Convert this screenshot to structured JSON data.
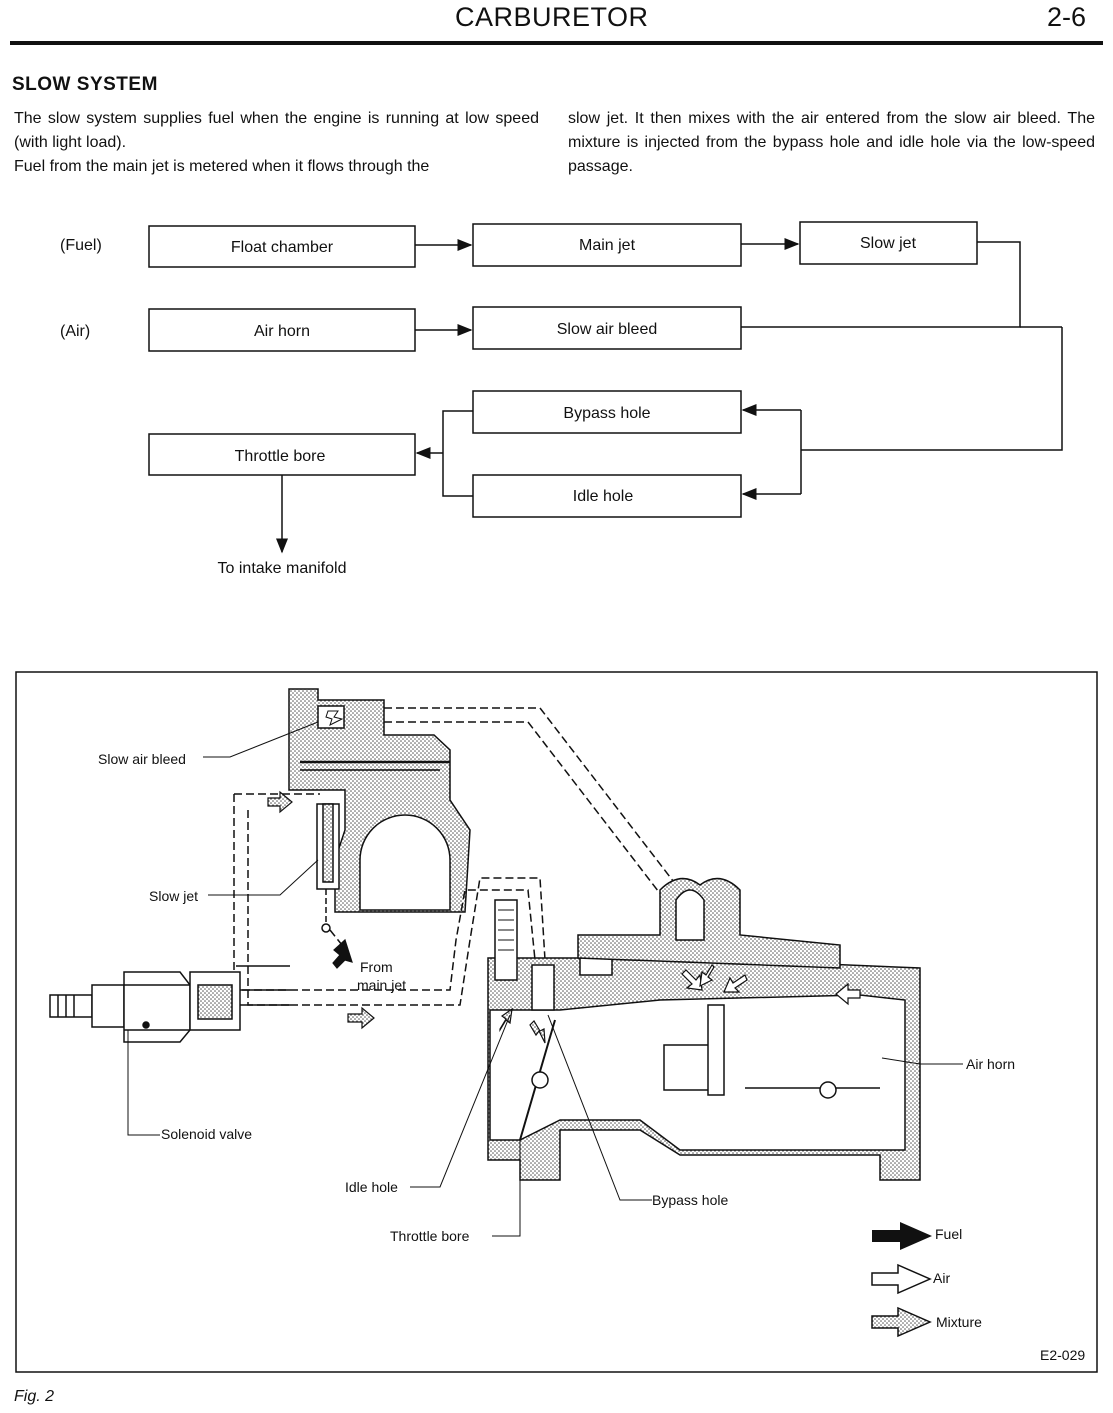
{
  "header": {
    "title": "CARBURETOR",
    "page": "2-6"
  },
  "section": {
    "title": "SLOW SYSTEM",
    "para_left_1": "The slow system supplies fuel when the engine is running at low speed (with light load).",
    "para_left_2": "Fuel from the main jet is metered when it flows through the",
    "para_right": "slow jet. It then mixes with the air entered from the slow air bleed. The mixture is injected from the bypass hole and idle hole via the low-speed passage."
  },
  "flowchart": {
    "fuel_label": "(Fuel)",
    "air_label": "(Air)",
    "float_chamber": "Float chamber",
    "main_jet": "Main jet",
    "slow_jet": "Slow jet",
    "air_horn": "Air horn",
    "slow_air_bleed": "Slow air bleed",
    "bypass_hole": "Bypass hole",
    "throttle_bore": "Throttle bore",
    "idle_hole": "Idle hole",
    "to_intake": "To intake manifold"
  },
  "figure": {
    "labels": {
      "slow_air_bleed": "Slow air bleed",
      "slow_jet": "Slow jet",
      "from_main_jet_1": "From",
      "from_main_jet_2": "main jet",
      "solenoid_valve": "Solenoid valve",
      "idle_hole": "Idle hole",
      "throttle_bore": "Throttle bore",
      "bypass_hole": "Bypass hole",
      "air_horn": "Air horn"
    },
    "legend": {
      "fuel": "Fuel",
      "air": "Air",
      "mixture": "Mixture"
    },
    "code": "E2-029",
    "caption": "Fig. 2"
  }
}
